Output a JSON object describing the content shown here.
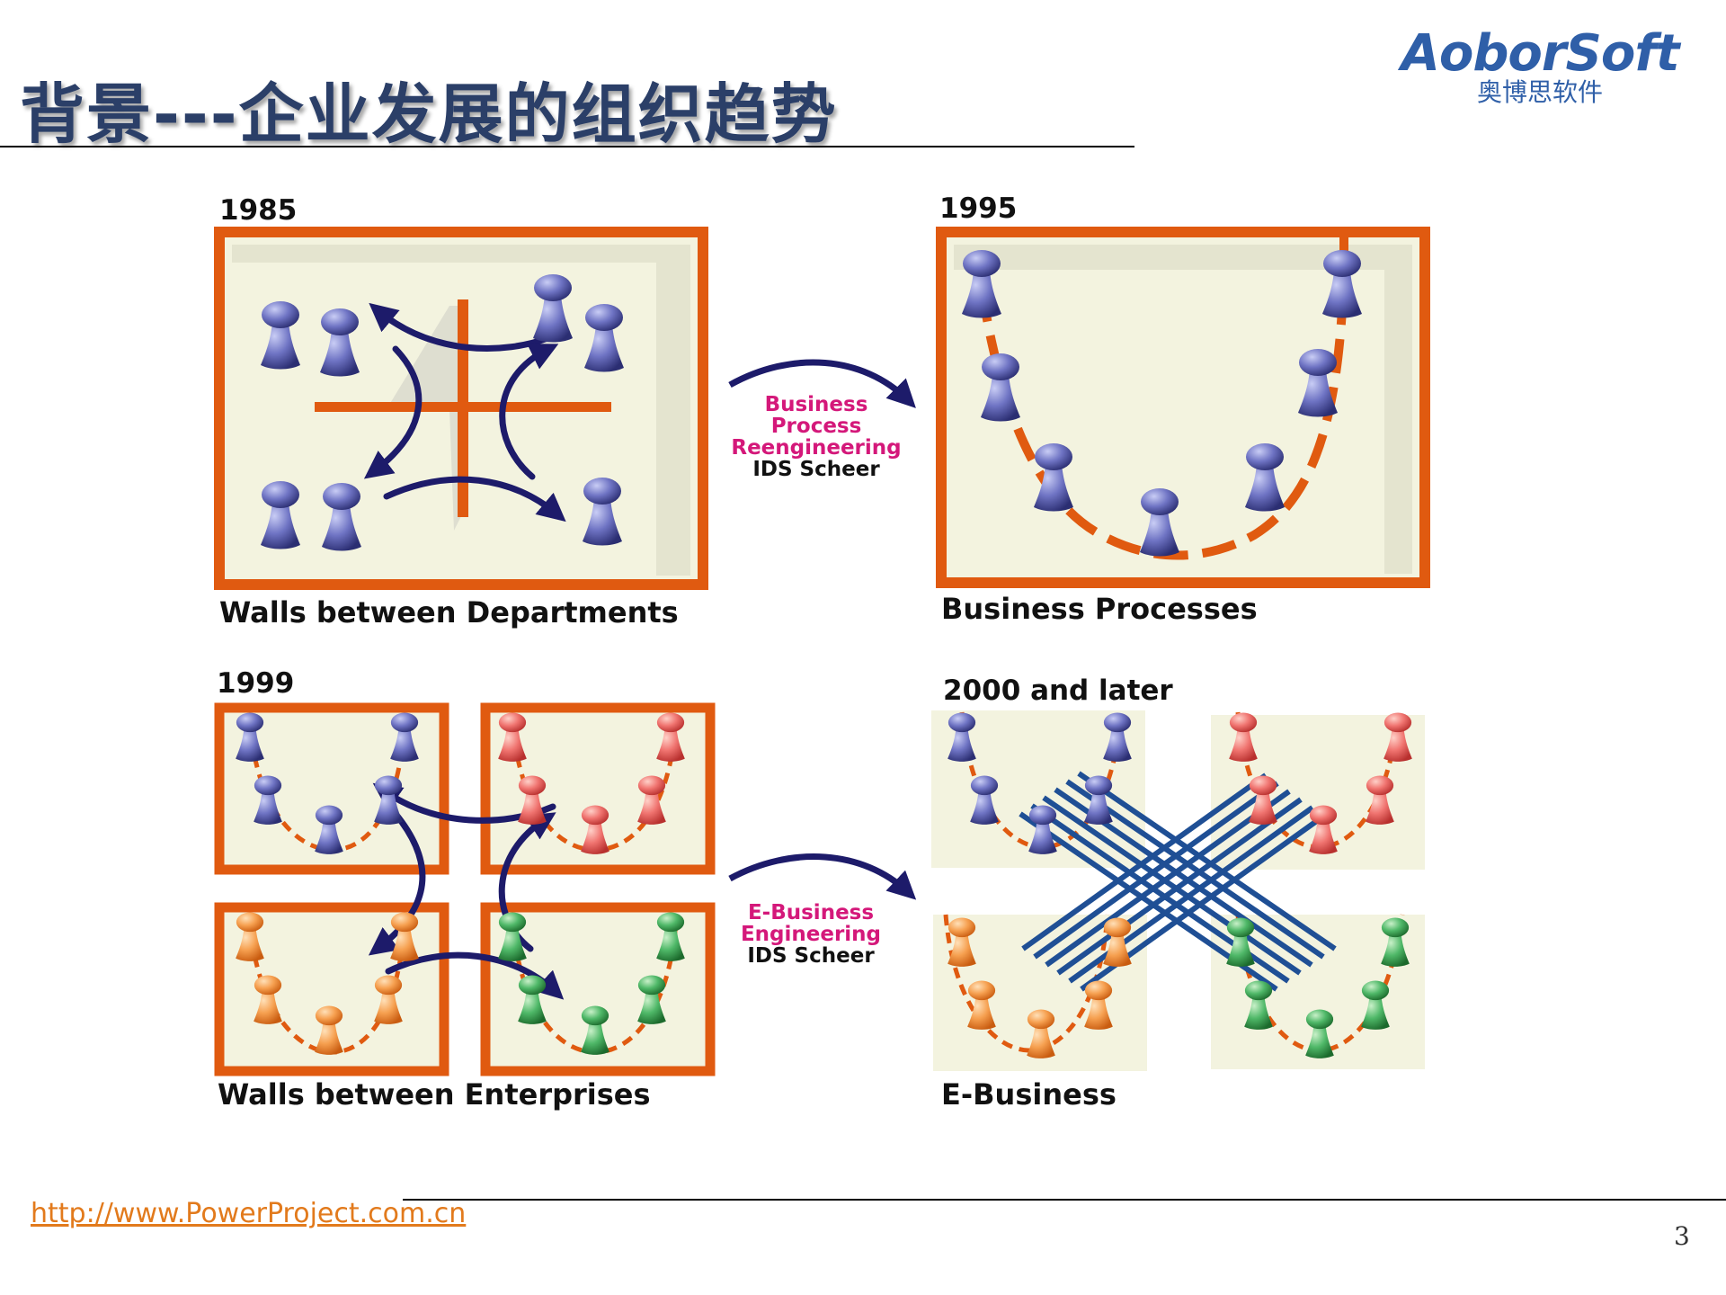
{
  "title": "背景---企业发展的组织趋势",
  "logo": {
    "brand": "AoborSoft",
    "subtitle": "奥博思软件"
  },
  "panels": [
    {
      "year": "1985",
      "caption": "Walls between Departments"
    },
    {
      "year": "1995",
      "caption": "Business Processes"
    },
    {
      "year": "1999",
      "caption": "Walls between Enterprises"
    },
    {
      "year": "2000 and later",
      "caption": "E-Business"
    }
  ],
  "arrows": [
    {
      "line1": "Business",
      "line2": "Process",
      "line3": "Reengineering",
      "line4": "IDS Scheer"
    },
    {
      "line1": "E-Business",
      "line2": "Engineering",
      "line3": "IDS Scheer"
    }
  ],
  "colors": {
    "frame": "#e05a10",
    "panel_bg": "#f3f3df",
    "blue_figure": "#4a4f9c",
    "red_figure": "#e05555",
    "orange_figure": "#f08a35",
    "green_figure": "#2f9a4a",
    "arrow": "#1d1b6a",
    "mesh": "#1f4f95",
    "pink_text": "#d4187a"
  },
  "footer": {
    "link": "http://www.PowerProject.com.cn",
    "page_number": "3"
  }
}
